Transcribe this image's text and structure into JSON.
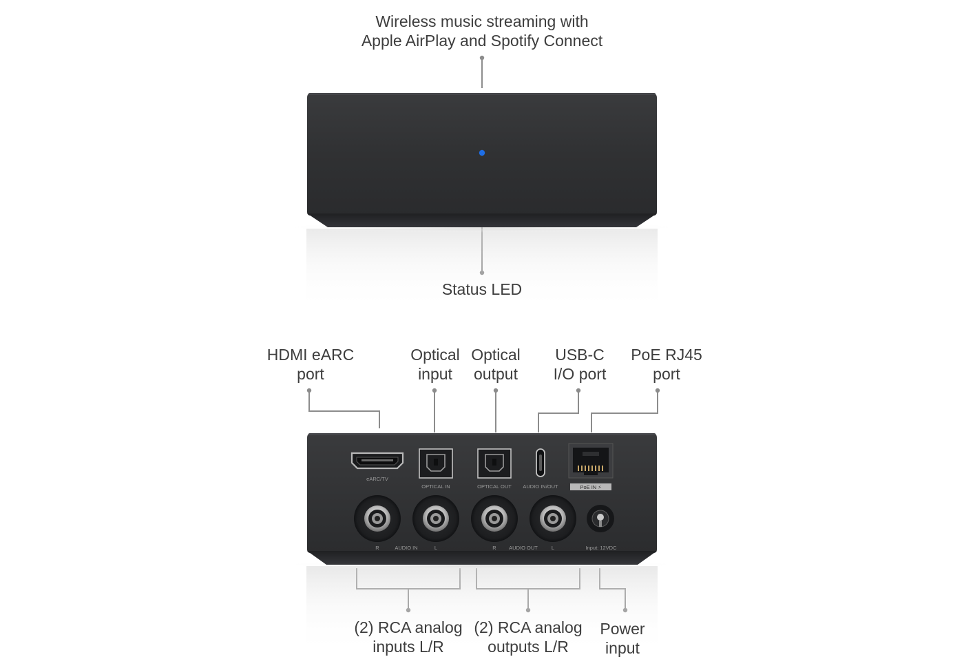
{
  "front_view": {
    "top_label": {
      "line1": "Wireless music streaming with",
      "line2": "Apple AirPlay and Spotify Connect"
    },
    "bottom_label": "Status LED",
    "led_color": "#1e6ee6"
  },
  "rear_view": {
    "top_labels": [
      {
        "id": "hdmi",
        "line1": "HDMI eARC",
        "line2": "port"
      },
      {
        "id": "optical-in",
        "line1": "Optical",
        "line2": "input"
      },
      {
        "id": "optical-out",
        "line1": "Optical",
        "line2": "output"
      },
      {
        "id": "usbc",
        "line1": "USB-C",
        "line2": "I/O port"
      },
      {
        "id": "poe",
        "line1": "PoE RJ45",
        "line2": "port"
      }
    ],
    "bottom_labels": [
      {
        "id": "rca-in",
        "line1": "(2) RCA analog",
        "line2": "inputs L/R"
      },
      {
        "id": "rca-out",
        "line1": "(2) RCA analog",
        "line2": "outputs L/R"
      },
      {
        "id": "power",
        "line1": "Power",
        "line2": "input"
      }
    ],
    "silkscreen": {
      "hdmi": "eARC/TV",
      "optical_in": "OPTICAL IN",
      "optical_out": "OPTICAL OUT",
      "usbc": "AUDIO IN/OUT",
      "poe": "PoE IN",
      "audio_in_r": "R",
      "audio_in": "AUDIO IN",
      "audio_in_l": "L",
      "audio_out_r": "R",
      "audio_out": "AUDIO OUT",
      "audio_out_l": "L",
      "power": "Input: 12VDC"
    }
  },
  "colors": {
    "device_body": "#2e2f31",
    "device_top": "#3a3b3d",
    "leader_line": "#8a8a8a",
    "label_text": "#3d3d3d"
  }
}
